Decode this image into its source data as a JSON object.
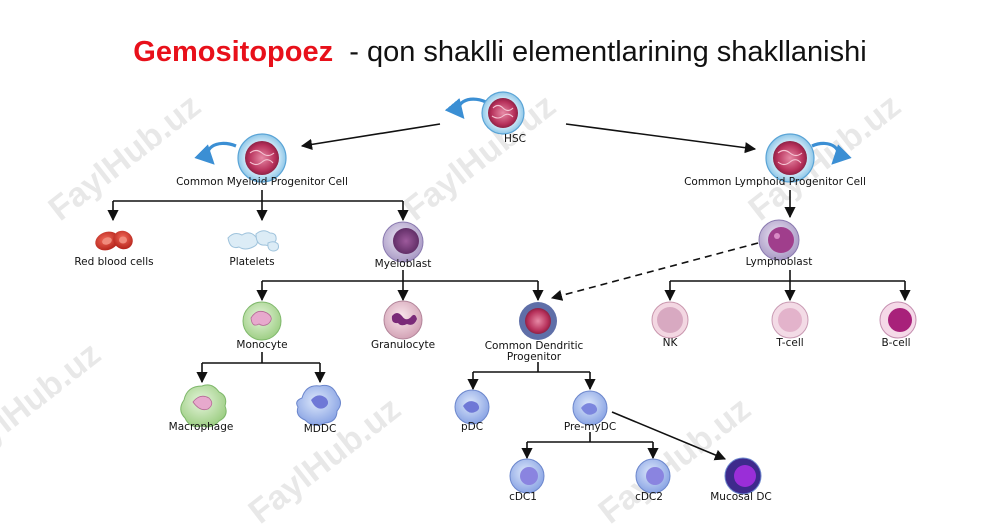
{
  "title": {
    "highlight": "Gemositopoez",
    "rest": "- qon shaklli elementlarining  shakllanishi"
  },
  "watermark": "FaylHub.uz",
  "colors": {
    "title_highlight": "#e8101a",
    "cycle_arrow": "#3b8fd4",
    "arrow": "#111111"
  },
  "nodes": {
    "hsc": "HSC",
    "cmp": "Common Myeloid Progenitor Cell",
    "clp": "Common Lymphoid Progenitor Cell",
    "rbc": "Red blood cells",
    "platelets": "Platelets",
    "myeloblast": "Myeloblast",
    "lymphoblast": "Lymphoblast",
    "monocyte": "Monocyte",
    "granulocyte": "Granulocyte",
    "cdp_line1": "Common Dendritic",
    "cdp_line2": "Progenitor",
    "nk": "NK",
    "tcell": "T-cell",
    "bcell": "B-cell",
    "macrophage": "Macrophage",
    "mddc": "MDDC",
    "pdc": "pDC",
    "premydc": "Pre-myDC",
    "cdc1": "cDC1",
    "cdc2": "cDC2",
    "mucosal_dc": "Mucosal DC"
  }
}
